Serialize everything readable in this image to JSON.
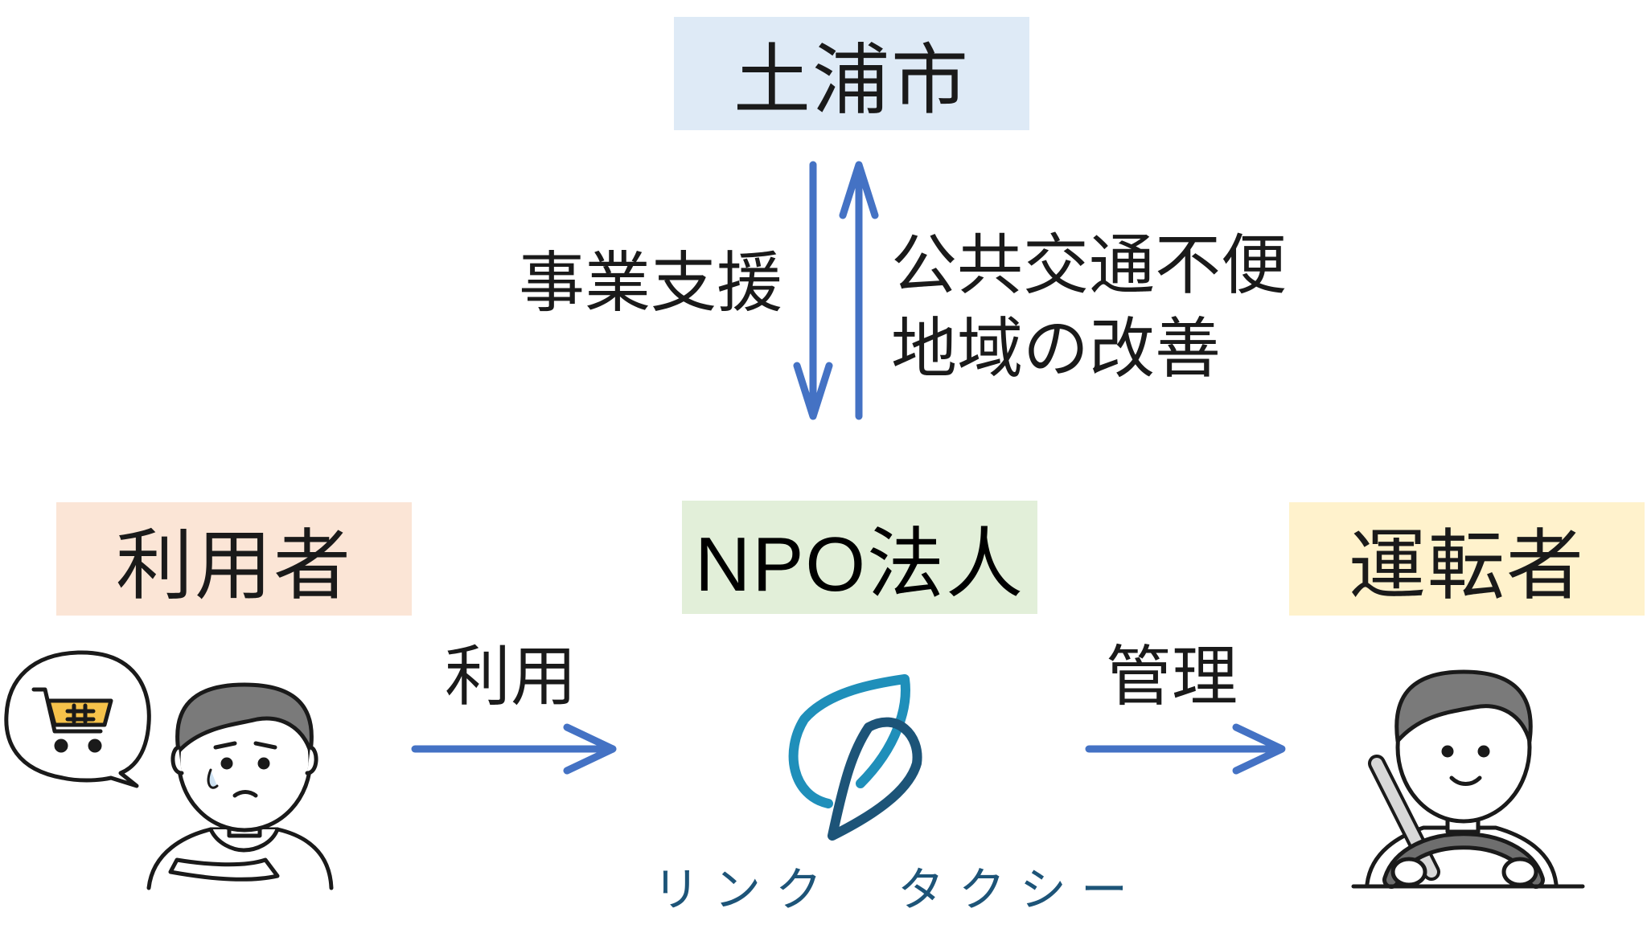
{
  "nodes": {
    "city": {
      "label": "土浦市",
      "bg": "#deeaf6"
    },
    "npo": {
      "label": "NPO法人",
      "bg": "#e2efd9"
    },
    "user": {
      "label": "利用者",
      "bg": "#fbe5d6"
    },
    "driver": {
      "label": "運転者",
      "bg": "#fff2cc"
    }
  },
  "edges": {
    "support": {
      "label": "事業支援"
    },
    "improve": {
      "line1": "公共交通不便",
      "line2": "地域の改善"
    },
    "use": {
      "label": "利用"
    },
    "manage": {
      "label": "管理"
    }
  },
  "logo": {
    "text": "リンク　タクシー",
    "color": "#1d5478"
  },
  "colors": {
    "arrow": "#4472c4"
  }
}
